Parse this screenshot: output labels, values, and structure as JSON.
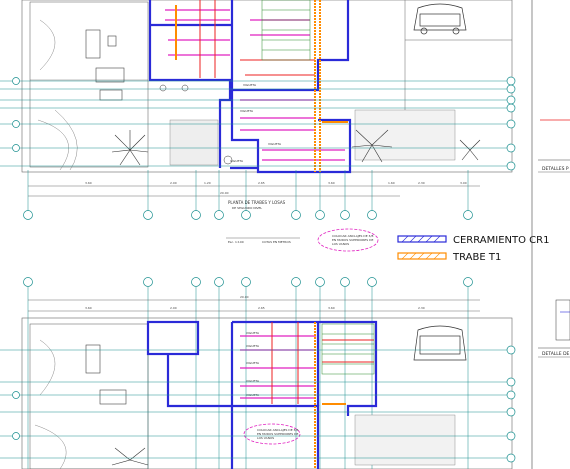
{
  "legend": {
    "items": [
      {
        "label": "CERRAMIENTO  CR1",
        "color": "#2a2ad8"
      },
      {
        "label": "TRABE  T1",
        "color": "#ff8c00"
      }
    ]
  },
  "plans": {
    "top_title": "PLANTA DE TRABES Y LOSAS",
    "top_subtitle": "DE SEGUNDO NIVEL",
    "scale_left": "Esc. 1:100",
    "scale_right": "COTAS EN METROS",
    "note_lines": [
      "COLOCAR ANCLAJES DE 3/8",
      "EN MUROS SUPERIORES DE",
      "LOS VANOS"
    ],
    "room_label": "VIGUETA"
  },
  "details": {
    "label_top": "DETALLES P",
    "label_bottom": "DETALLE DE"
  },
  "dims": [
    "3.60",
    "2.00",
    "1.20",
    "2.65",
    "3.60",
    "1.60",
    "2.30",
    "3.00",
    "8.00",
    "20.00"
  ],
  "colors": {
    "grid": "#1a8f8f",
    "blue": "#2a2ad8",
    "orange": "#ff8c00",
    "magenta": "#e020c0",
    "red": "#ee2222"
  }
}
